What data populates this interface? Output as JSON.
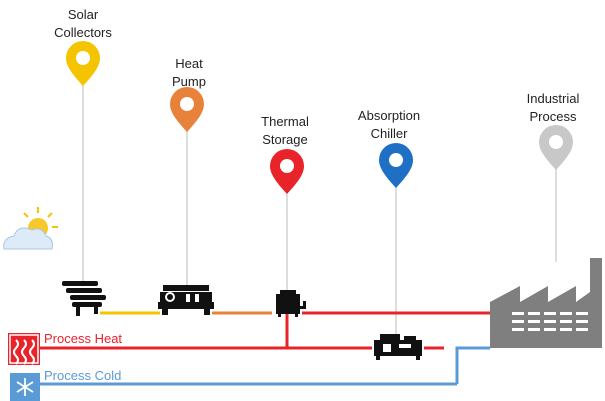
{
  "nodes": [
    {
      "id": "solar",
      "label_line1": "Solar",
      "label_line2": "Collectors",
      "pin_color": "#F5C400",
      "icon": "solar-collector-icon"
    },
    {
      "id": "heatpump",
      "label_line1": "Heat",
      "label_line2": "Pump",
      "pin_color": "#E8823A",
      "icon": "heat-pump-icon"
    },
    {
      "id": "storage",
      "label_line1": "Thermal",
      "label_line2": "Storage",
      "pin_color": "#E8232A",
      "icon": "thermal-storage-icon"
    },
    {
      "id": "chiller",
      "label_line1": "Absorption",
      "label_line2": "Chiller",
      "pin_color": "#1F6FC5",
      "icon": "absorption-chiller-icon"
    },
    {
      "id": "process",
      "label_line1": "Industrial",
      "label_line2": "Process",
      "pin_color": "#C8C8C8",
      "icon": "factory-icon"
    }
  ],
  "legend": {
    "heat": {
      "label": "Process Heat",
      "color": "#E8232A",
      "icon": "heat-icon"
    },
    "cold": {
      "label": "Process Cold",
      "color": "#5B9BD5",
      "icon": "snowflake-icon"
    }
  },
  "colors": {
    "solar_line": "#F5C400",
    "heatpump_line": "#E8823A",
    "heat_line": "#E8232A",
    "cold_line": "#5B9BD5",
    "stem": "#DDDDDD",
    "factory": "#7F7F7F"
  },
  "weather_icon": "sun-cloud-icon"
}
